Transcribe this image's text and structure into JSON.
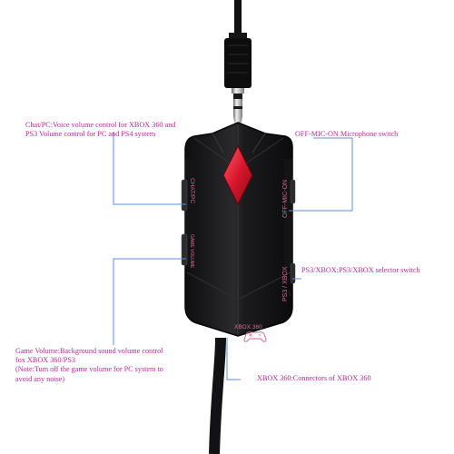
{
  "colors": {
    "callout_text": "#c0269a",
    "callout_line": "#5c8fd6",
    "body": "#1c1c1e",
    "gem": "#d8162c",
    "device_print": "#d46a8c"
  },
  "callouts": {
    "chat_volume": "Chat/PC:Voice volume control for XBOX 360 and\nPS3 Volume control for PC and PS4 system",
    "mic_switch": "OFF-MIC-ON Microphone switch",
    "selector": "PS3/XBOX:PS3/XBOX selector switch",
    "game_volume": "Game Volume:Background sound volume control\nfox XBOX 360/PS3\n(Note:Tum off the game volume for PC system to\navoid any noise)",
    "xbox_connector": "XBOX 360:Connectors of XBOX 360"
  },
  "device": {
    "printed_left_top": "CHAT/PC",
    "printed_left_bottom": "GAME VOLUME",
    "printed_right_top": "OFF-MIC-ON",
    "printed_right_bottom": "PS3 / XBOX",
    "printed_bottom": "XBOX 360"
  },
  "icons": {
    "gem": "red-diamond-logo-icon",
    "controller": "gamepad-icon"
  }
}
